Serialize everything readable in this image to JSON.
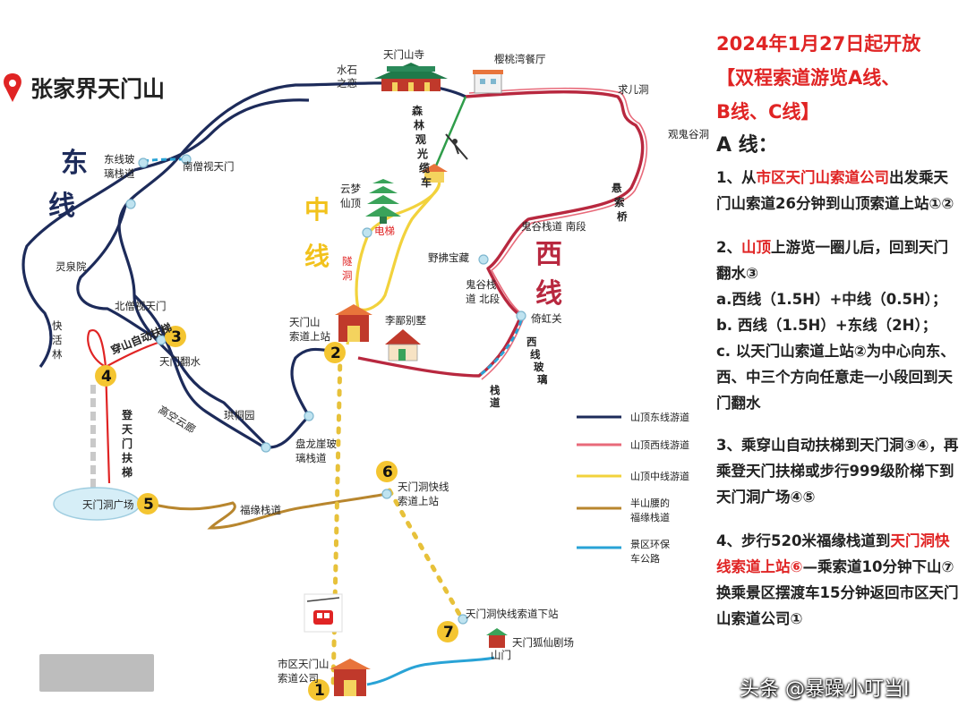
{
  "title": "张家界天门山",
  "headline": {
    "line1": "2024年1月27日起开放",
    "line2": "【双程索道游览A线、",
    "line3": "B线、C线】"
  },
  "section_title": "A 线：",
  "steps": {
    "s1": {
      "a": "1、从",
      "b": "市区天门山索道公司",
      "c": "出发乘天门山索道26分钟到山顶索道上站①②"
    },
    "s2": {
      "a": "2、",
      "b": "山顶",
      "c": "上游览一圈儿后，回到天门翻水③",
      "opt_a": "a.西线（1.5H）+中线（0.5H）；",
      "opt_b": "b. 西线（1.5H）+东线（2H）；",
      "opt_c": "c. 以天门山索道上站②为中心向东、西、中三个方向任意走一小段回到天门翻水"
    },
    "s3": {
      "text": "3、乘穿山自动扶梯到天门洞③④，再乘登天门扶梯或步行999级阶梯下到天门洞广场④⑤"
    },
    "s4": {
      "a": "4、步行520米福缘栈道到",
      "b": "天门洞快线索道上站⑥",
      "c": "—乘索道10分钟下山⑦换乘景区摆渡车15分钟返回市区天门山索道公司①"
    }
  },
  "legend": [
    {
      "label": "山顶东线游道",
      "color": "#1d2b5a"
    },
    {
      "label": "山顶西线游道",
      "color": "#e86a7a"
    },
    {
      "label": "山顶中线游道",
      "color": "#f2d23c"
    },
    {
      "label": "半山腰的",
      "label2": "福缘栈道",
      "color": "#b8862e"
    },
    {
      "label": "景区环保",
      "label2": "车公路",
      "color": "#29a3d6"
    }
  ],
  "colors": {
    "east": "#1d2b5a",
    "west": "#b8283f",
    "middle": "#f2d23c",
    "fuyuan": "#b8862e",
    "road": "#29a3d6",
    "accent": "#e02424"
  },
  "route_labels": {
    "east": [
      "东",
      "线"
    ],
    "middle": [
      "中",
      "线"
    ],
    "west": [
      "西",
      "线"
    ]
  },
  "places": {
    "tianmen_temple": "天门山寺",
    "shuishi": [
      "水石",
      "之恋"
    ],
    "cherry": "樱桃湾餐厅",
    "qiuer": "求儿洞",
    "guangui": "观鬼谷洞",
    "xuansuo": [
      "悬",
      "索",
      "桥"
    ],
    "guigu_south": "鬼谷栈道 南段",
    "yerao": "野拂宝藏",
    "guigu_north": [
      "鬼谷栈",
      "道 北段"
    ],
    "yihong": "倚虹关",
    "west_glass": [
      "西",
      "线",
      "玻",
      "璃",
      "栈",
      "道"
    ],
    "yunmeng": [
      "云梦",
      "仙顶"
    ],
    "elevator": "电梯",
    "tunnel": [
      "隧",
      "洞"
    ],
    "forest": [
      "森",
      "林",
      "观",
      "光",
      "缆",
      "车"
    ],
    "east_glass": [
      "东线玻",
      "璃栈道"
    ],
    "south_view": "南僧视天门",
    "lingquan": "灵泉院",
    "north_view": "北僧视天门",
    "kuaihuo": [
      "快",
      "活",
      "林"
    ],
    "escalator": "穿山自动扶梯",
    "fanshui": "天门翻水",
    "gaokong": "高空云廊",
    "gongtong": "珙桐园",
    "panlong": [
      "盘龙崖玻",
      "璃栈道"
    ],
    "station_top": [
      "天门山",
      "索道上站"
    ],
    "lilie": "李鄙别墅",
    "stairs": [
      "登",
      "天",
      "门",
      "扶",
      "梯"
    ],
    "plaza": "天门洞广场",
    "fuyuan": "福缘栈道",
    "express_top": [
      "天门洞快线",
      "索道上站"
    ],
    "express_bottom": "天门洞快线索道下站",
    "foxfairy": "天门狐仙剧场",
    "shanmen": "山门",
    "city_station": [
      "市区天门山",
      "索道公司"
    ]
  },
  "markers": [
    "1",
    "2",
    "3",
    "4",
    "5",
    "6",
    "7"
  ],
  "watermark": "头条 @暴躁小叮当I"
}
